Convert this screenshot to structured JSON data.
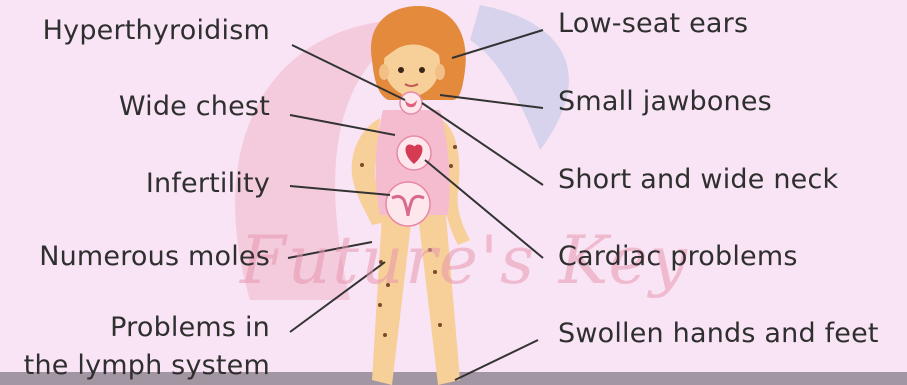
{
  "labels": {
    "hyperthyroidism": "Hyperthyroidism",
    "wide_chest": "Wide chest",
    "infertility": "Infertility",
    "numerous_moles": "Numerous moles",
    "lymph_line1": "Problems in",
    "lymph_line2": "the lymph system",
    "low_seat_ears": "Low-seat ears",
    "small_jawbones": "Small jawbones",
    "short_wide_neck": "Short and wide neck",
    "cardiac_problems": "Cardiac problems",
    "swollen_hands_feet": "Swollen hands and feet"
  },
  "watermark": "Future's Key",
  "colors": {
    "background": "#f8e4f4",
    "text": "#2f2f2f",
    "leader_line": "#333333",
    "skin": "#f7cf98",
    "hair": "#e48a3d",
    "top": "#f5bcd0",
    "mole": "#7a4a2a"
  }
}
